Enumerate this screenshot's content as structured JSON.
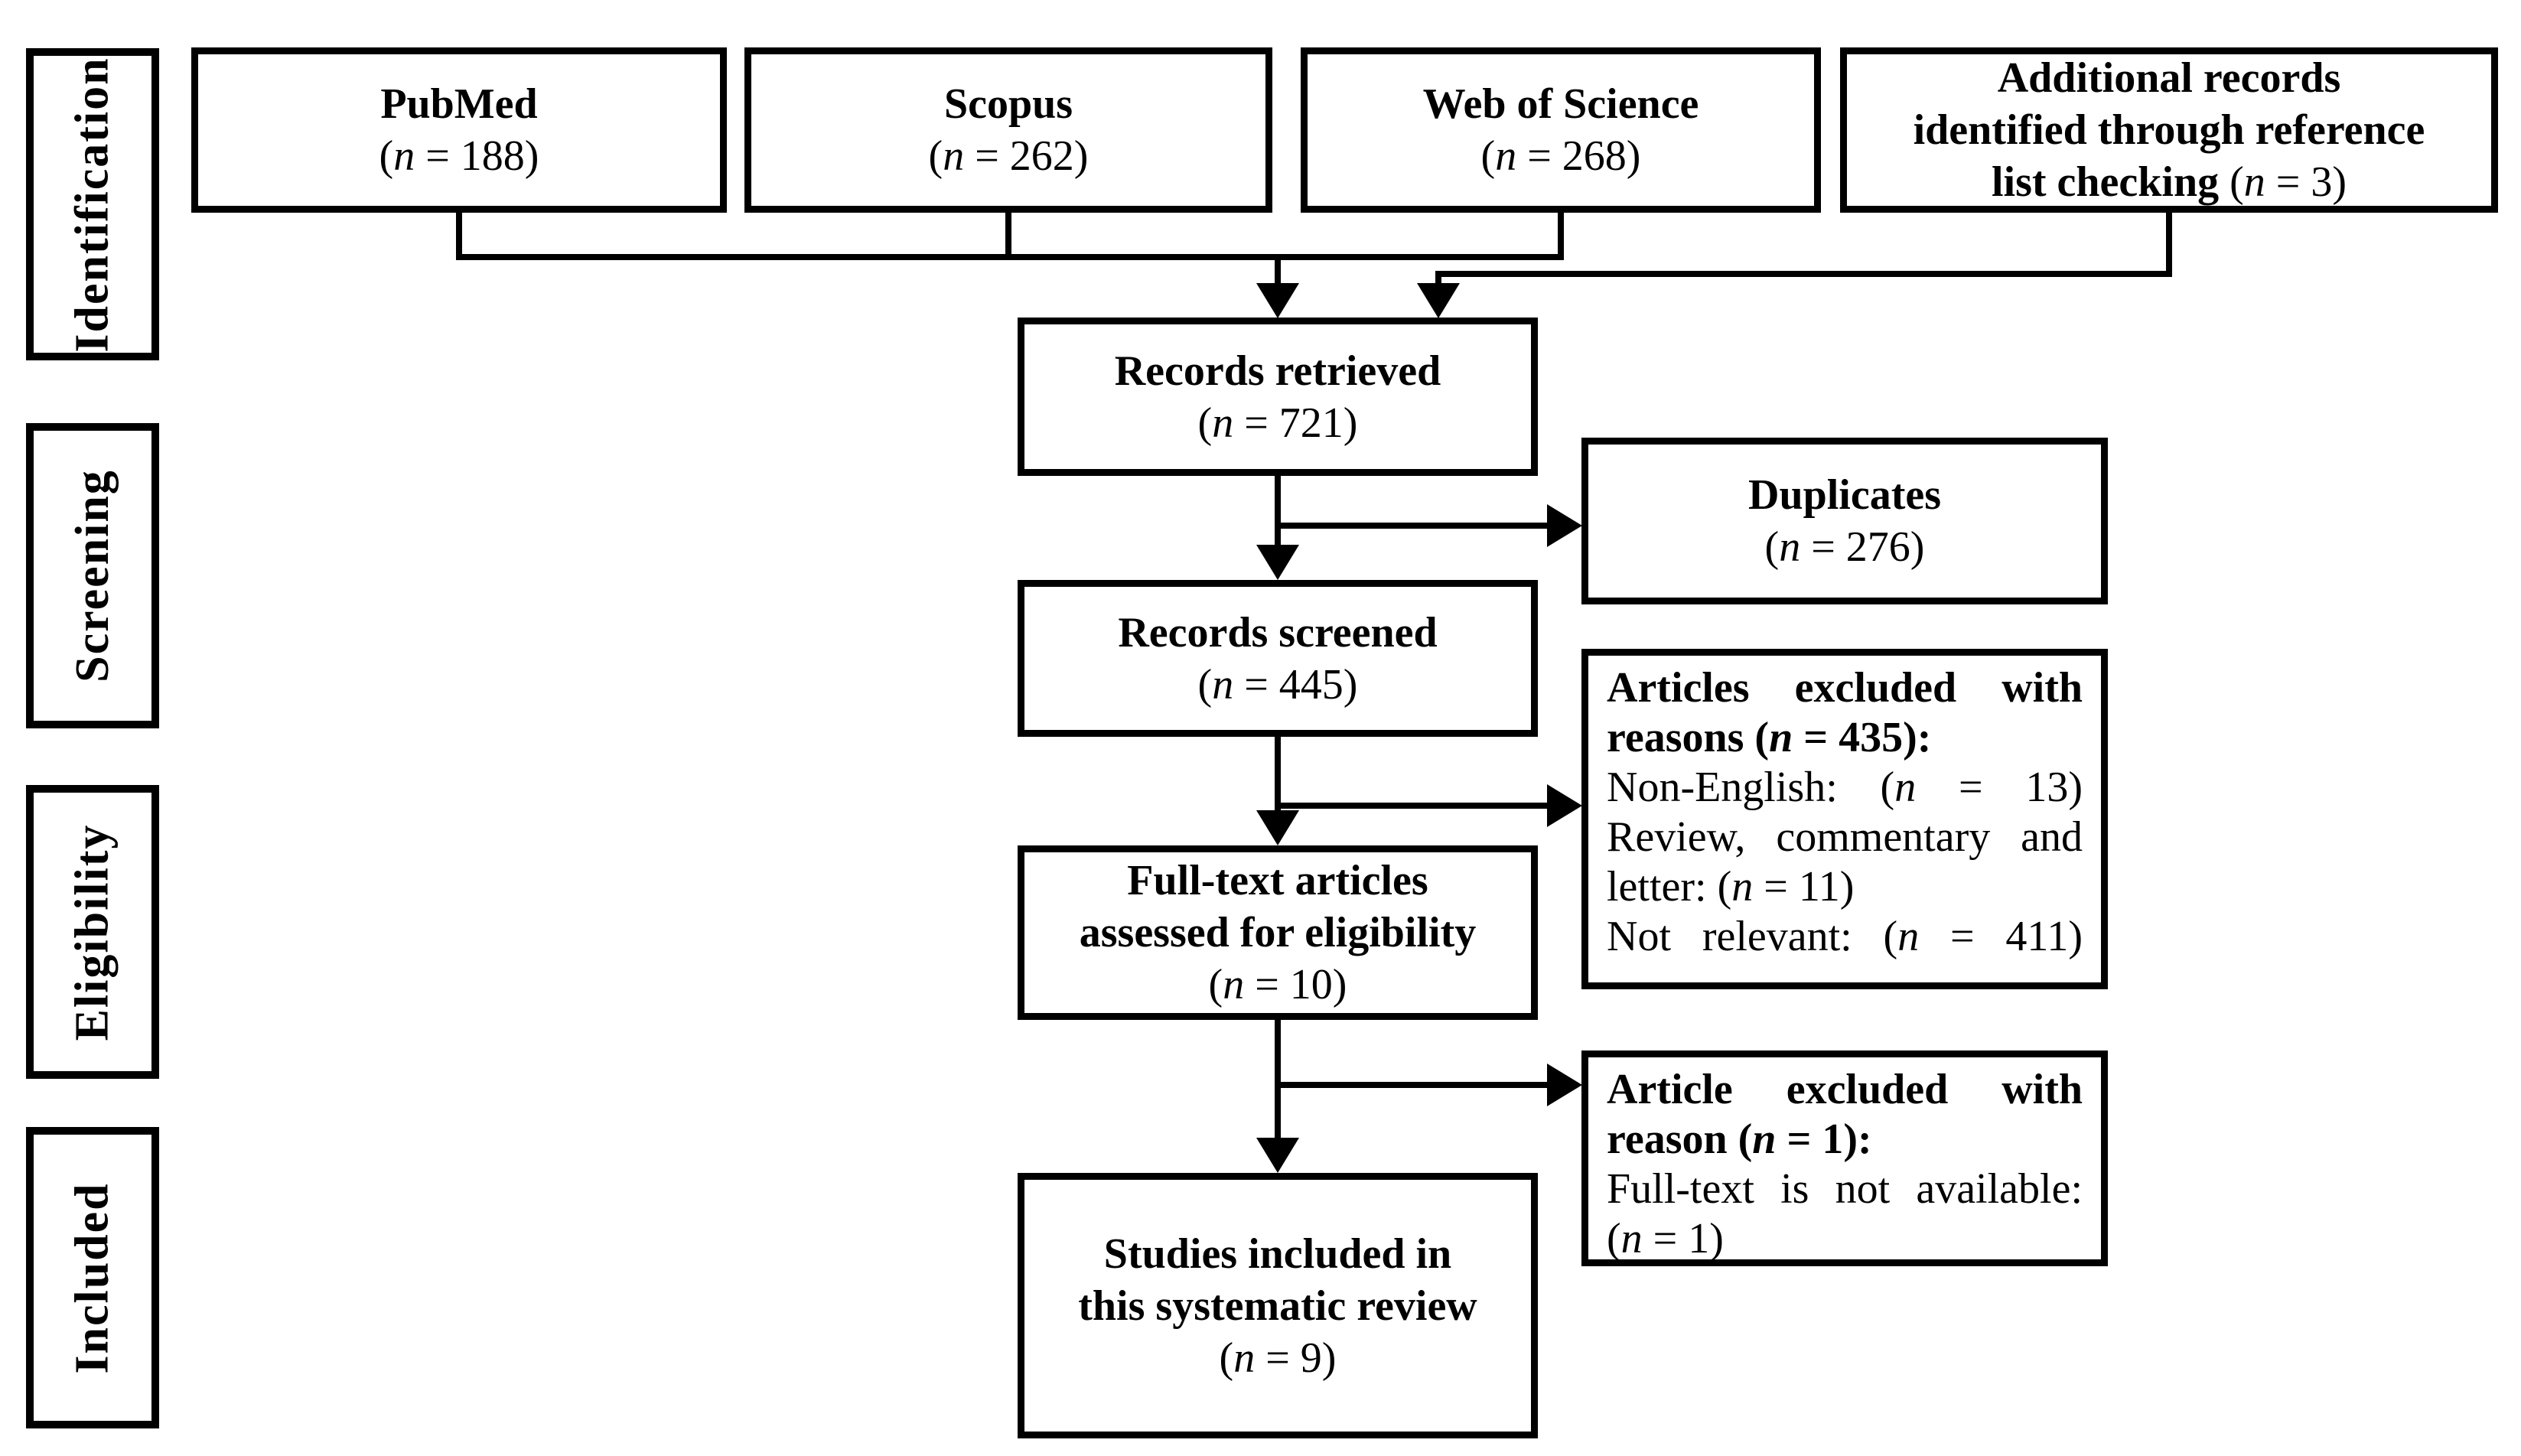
{
  "diagram": {
    "background_color": "#ffffff",
    "line_color": "#000000",
    "phases": [
      {
        "label": "Identification"
      },
      {
        "label": "Screening"
      },
      {
        "label": "Eligibility"
      },
      {
        "label": "Included"
      }
    ],
    "sources": [
      {
        "title_lines": [
          "PubMed"
        ],
        "count_pre": "(",
        "count_var": "n",
        "count_post": " = 188)"
      },
      {
        "title_lines": [
          "Scopus"
        ],
        "count_pre": "(",
        "count_var": "n",
        "count_post": " = 262)"
      },
      {
        "title_lines": [
          "Web of Science"
        ],
        "count_pre": "(",
        "count_var": "n",
        "count_post": " = 268)"
      },
      {
        "title_lines": [
          "Additional records",
          "identified through reference",
          "list checking"
        ],
        "count_pre": " (",
        "count_var": "n",
        "count_post": " = 3)"
      }
    ],
    "flow": [
      {
        "title_lines": [
          "Records retrieved"
        ],
        "count_pre": "(",
        "count_var": "n",
        "count_post": " = 721)"
      },
      {
        "title_lines": [
          "Records screened"
        ],
        "count_pre": "(",
        "count_var": "n",
        "count_post": " = 445)"
      },
      {
        "title_lines": [
          "Full-text articles",
          "assessed for eligibility"
        ],
        "count_pre": "(",
        "count_var": "n",
        "count_post": " = 10)"
      },
      {
        "title_lines": [
          "Studies included in",
          "this systematic review"
        ],
        "count_pre": "(",
        "count_var": "n",
        "count_post": " = 9)"
      }
    ],
    "side_boxes": {
      "duplicates": {
        "title": "Duplicates",
        "count_pre": "(",
        "count_var": "n",
        "count_post": " = 276)"
      },
      "screen_excluded": {
        "heading_pre": "Articles excluded with reasons (",
        "heading_var": "n",
        "heading_post": " = 435):",
        "reasons": [
          {
            "pre": "Non-English: (",
            "var": "n",
            "post": " = 13)"
          },
          {
            "pre": "Review, commentary and letter: (",
            "var": "n",
            "post": " = 11)"
          },
          {
            "pre": "Not relevant: (",
            "var": "n",
            "post": " = 411)"
          }
        ]
      },
      "fulltext_excluded": {
        "heading_pre": "Article excluded with reason (",
        "heading_var": "n",
        "heading_post": " = 1):",
        "reasons": [
          {
            "pre": "Full-text is not available: (",
            "var": "n",
            "post": " = 1)"
          }
        ]
      }
    }
  }
}
